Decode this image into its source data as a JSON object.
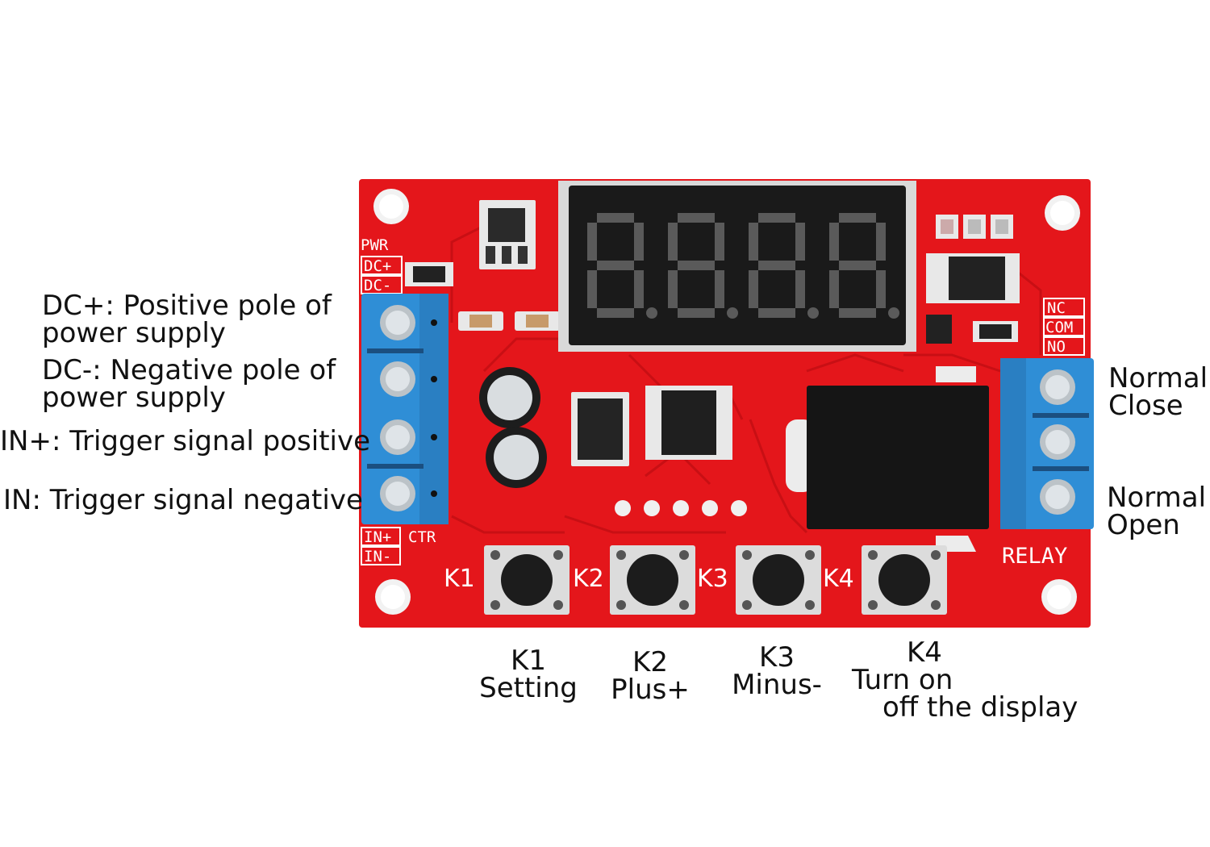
{
  "board": {
    "silk": {
      "pwr": "PWR",
      "dc_plus": "DC+",
      "dc_minus": "DC-",
      "nc": "NC",
      "com": "COM",
      "no": "NO",
      "in_plus": "IN+",
      "in_minus": "IN-",
      "ctr": "CTR",
      "relay": "RELAY",
      "k1": "K1",
      "k2": "K2",
      "k3": "K3",
      "k4": "K4"
    },
    "display": {
      "digits": 4
    }
  },
  "annotations": {
    "left": [
      {
        "line1": "DC+: Positive pole of",
        "line2": "power supply"
      },
      {
        "line1": "DC-: Negative pole of",
        "line2": "power supply"
      },
      {
        "line1": "IN+: Trigger signal positive"
      },
      {
        "line1": "IN: Trigger signal negative"
      }
    ],
    "right": [
      {
        "line1": "Normal",
        "line2": "Close"
      },
      {
        "line1": "Normal",
        "line2": "Open"
      }
    ],
    "bottom": [
      {
        "line1": "K1",
        "line2": "Setting"
      },
      {
        "line1": "K2",
        "line2": "Plus+"
      },
      {
        "line1": "K3",
        "line2": "Minus-"
      },
      {
        "line1": "K4",
        "line2": "Turn on",
        "line3": "off the display"
      }
    ]
  },
  "colors": {
    "pcb": "#e4161b",
    "terminal": "#2f8ed6",
    "display": "#1a1a1a",
    "segment": "#5a5a5a"
  }
}
